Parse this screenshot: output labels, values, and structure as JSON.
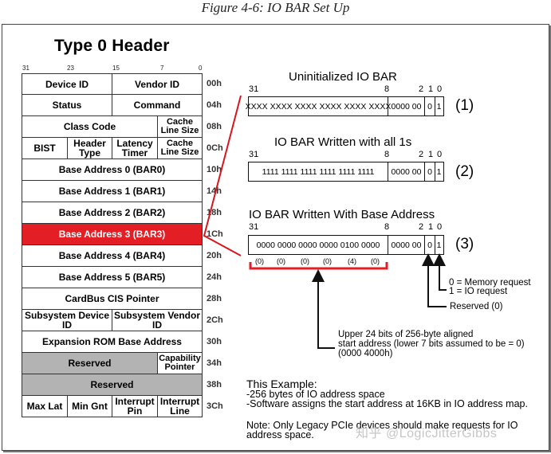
{
  "caption": "Figure 4-6: IO BAR Set Up",
  "header_title": "Type 0 Header",
  "bit_positions": [
    "31",
    "23",
    "15",
    "7",
    "0"
  ],
  "colors": {
    "highlight_red": "#e31e24",
    "reserved_gray": "#b3b3b3"
  },
  "registers": [
    {
      "offset": "00h",
      "cells": [
        "Device ID",
        "Vendor ID"
      ]
    },
    {
      "offset": "04h",
      "cells": [
        "Status",
        "Command"
      ]
    },
    {
      "offset": "08h",
      "cells": [
        "Class Code",
        "Cache Line Size"
      ]
    },
    {
      "offset": "0Ch",
      "cells": [
        "BIST",
        "Header Type",
        "Latency Timer",
        "Cache Line Size"
      ]
    },
    {
      "offset": "10h",
      "cells": [
        "Base Address 0 (BAR0)"
      ]
    },
    {
      "offset": "14h",
      "cells": [
        "Base Address 1 (BAR1)"
      ]
    },
    {
      "offset": "18h",
      "cells": [
        "Base Address 2 (BAR2)"
      ]
    },
    {
      "offset": "1Ch",
      "cells": [
        "Base Address 3 (BAR3)"
      ],
      "highlighted": true
    },
    {
      "offset": "20h",
      "cells": [
        "Base Address 4 (BAR4)"
      ]
    },
    {
      "offset": "24h",
      "cells": [
        "Base Address 5 (BAR5)"
      ]
    },
    {
      "offset": "28h",
      "cells": [
        "CardBus CIS Pointer"
      ]
    },
    {
      "offset": "2Ch",
      "cells": [
        "Subsystem Device ID",
        "Subsystem Vendor ID"
      ]
    },
    {
      "offset": "30h",
      "cells": [
        "Expansion ROM Base Address"
      ]
    },
    {
      "offset": "34h",
      "cells": [
        "Reserved",
        "Capability Pointer"
      ]
    },
    {
      "offset": "38h",
      "cells": [
        "Reserved"
      ]
    },
    {
      "offset": "3Ch",
      "cells": [
        "Max Lat",
        "Min Gnt",
        "Interrupt Pin",
        "Interrupt Line"
      ]
    }
  ],
  "bars": [
    {
      "title": "Uninitialized IO BAR",
      "bits": [
        "31",
        "8",
        "2",
        "1",
        "0"
      ],
      "fields": [
        "XXXX XXXX XXXX XXXX XXXX XXXX",
        "0000 00",
        "0",
        "1"
      ],
      "tag": "(1)"
    },
    {
      "title": "IO BAR Written with all 1s",
      "bits": [
        "31",
        "8",
        "2",
        "1",
        "0"
      ],
      "fields": [
        "1111 1111 1111 1111 1111 1111",
        "0000 00",
        "0",
        "1"
      ],
      "tag": "(2)"
    },
    {
      "title": "IO BAR Written With Base Address",
      "bits": [
        "31",
        "8",
        "2",
        "1",
        "0"
      ],
      "fields": [
        "0000 0000 0000 0000 0100 0000",
        "0000 00",
        "0",
        "1"
      ],
      "tag": "(3)"
    }
  ],
  "nibble_values": [
    "(0)",
    "(0)",
    "(0)",
    "(0)",
    "(4)",
    "(0)"
  ],
  "annotations": {
    "bit0_line1": "0 = Memory request",
    "bit0_line2": "1 = IO request",
    "bit1": "Reserved (0)",
    "upper_line1": "Upper 24 bits of 256-byte aligned",
    "upper_line2": "start address (lower 7 bits assumed to be = 0)",
    "upper_line3": "(0000 4000h)"
  },
  "example": {
    "heading": "This Example:",
    "line1": "-256 bytes of IO address space",
    "line2": "-Software assigns the start address at 16KB in IO address map.",
    "note_line1": "Note: Only Legacy PCIe devices should make requests for IO",
    "note_line2": "address space."
  },
  "watermark": "知乎 @LogicJitterGibbs"
}
